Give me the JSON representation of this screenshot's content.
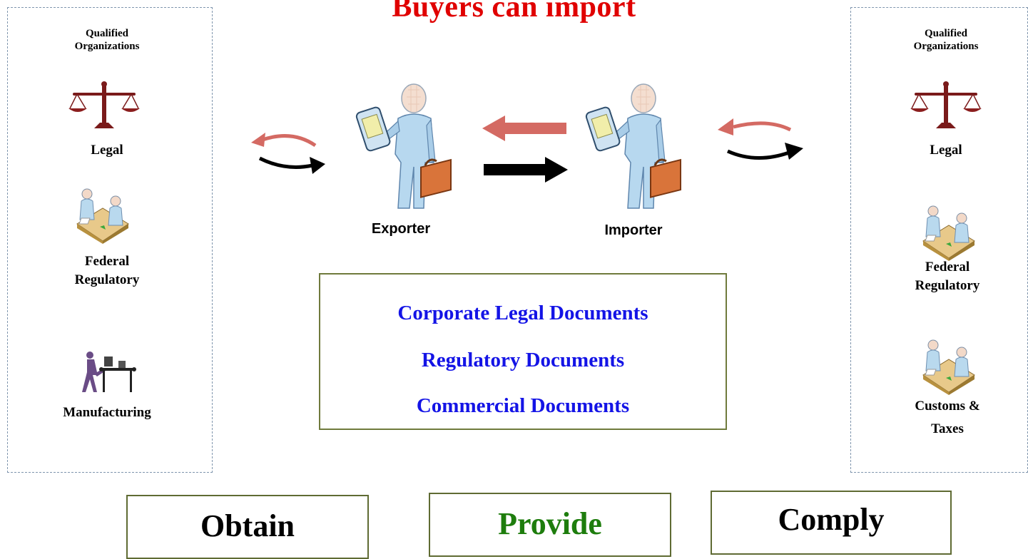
{
  "title": "Buyers can import",
  "left_panel": {
    "heading": "Qualified Organizations",
    "items": [
      {
        "label": "Legal",
        "icon": "scales-icon"
      },
      {
        "label": "Federal Regulatory",
        "icon": "meeting-desk-icon"
      },
      {
        "label": "Manufacturing",
        "icon": "assembly-worker-icon"
      }
    ]
  },
  "right_panel": {
    "heading": "Qualified Organizations",
    "items": [
      {
        "label": "Legal",
        "icon": "scales-icon"
      },
      {
        "label": "Federal Regulatory",
        "icon": "meeting-desk-icon"
      },
      {
        "label": "Customs & Taxes",
        "icon": "meeting-desk-icon"
      }
    ]
  },
  "actors": {
    "exporter": "Exporter",
    "importer": "Importer"
  },
  "documents": [
    "Corporate Legal Documents",
    "Regulatory Documents",
    "Commercial Documents"
  ],
  "actions": [
    "Obtain",
    "Provide",
    "Comply"
  ],
  "colors": {
    "title": "#e00000",
    "documents": "#1414e6",
    "provide": "#1e7d0d",
    "arrow_back": "#d46a63",
    "arrow_forward": "#000000",
    "box_border": "#6f7a3c",
    "panel_border": "#7f95ad"
  }
}
